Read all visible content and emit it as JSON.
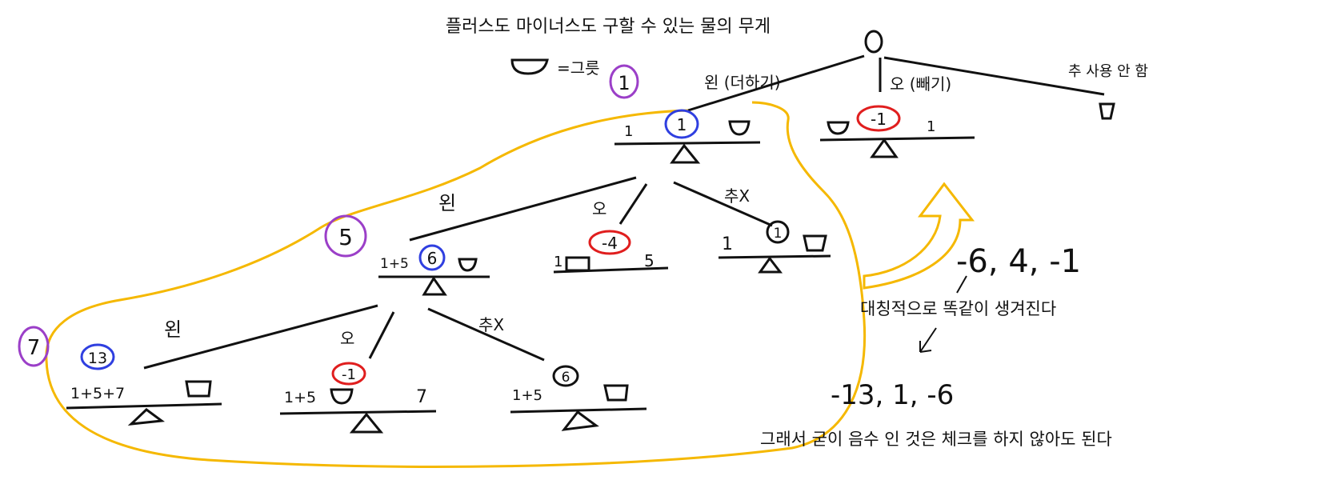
{
  "title": "플러스도 마이너스도 구할 수 있는 물의 무게",
  "legend": {
    "bowl_eq": "=그릇"
  },
  "colors": {
    "yellow": "#F5B800",
    "purple": "#9B3FC8",
    "blue": "#2F3FE0",
    "red": "#E01E1E",
    "ink": "#111111"
  },
  "root": {
    "left_label": "왼 (더하기)",
    "right_label": "오 (빼기)",
    "unused_label": "추 사용 안 함"
  },
  "level1": {
    "circle_label": "1",
    "scale_left": {
      "left_text": "1",
      "result": "1"
    },
    "scale_right": {
      "result": "-1",
      "right_text": "1"
    }
  },
  "level5": {
    "circle_label": "5",
    "branch_left": "왼",
    "branch_right": "오",
    "branch_none": "추X",
    "scale_left": {
      "left_text": "1+5",
      "result": "6"
    },
    "scale_mid": {
      "left_text": "1",
      "result": "-4",
      "right_text": "5"
    },
    "scale_right": {
      "left_text": "1",
      "result": "1"
    }
  },
  "level7": {
    "circle_label": "7",
    "branch_left": "왼",
    "branch_right": "오",
    "branch_none": "추X",
    "scale_left": {
      "left_text": "1+5+7",
      "result": "13"
    },
    "scale_mid": {
      "left_text": "1+5",
      "result": "-1",
      "right_text": "7"
    },
    "scale_right": {
      "left_text": "1+5",
      "result": "6"
    }
  },
  "notes": {
    "neg_values_top": "-6, 4, -1",
    "symmetric": "대칭적으로 똑같이 생겨진다",
    "neg_values_bottom": "-13, 1, -6",
    "conclusion": "그래서 굳이 음수 인 것은 체크를 하지 않아도 된다"
  }
}
